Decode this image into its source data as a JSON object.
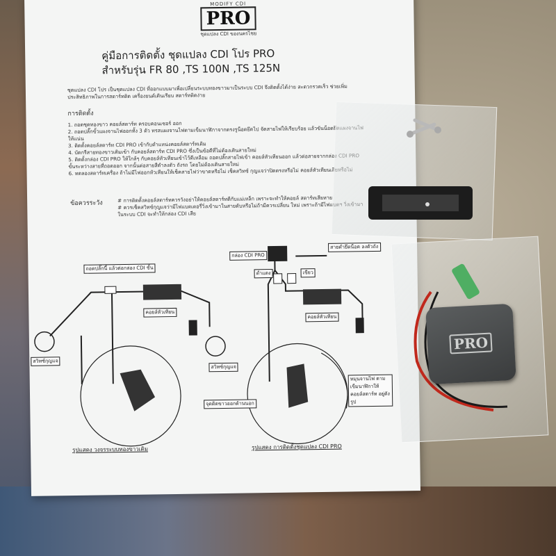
{
  "paper": {
    "logo": {
      "top": "MODIFY CDI",
      "brand": "PRO",
      "subtitle": "ชุดแปลง CDI ของนครไชย"
    },
    "title_line1": "คู่มือการติดตั้ง  ชุดแปลง CDI โปร  PRO",
    "title_line2": "สำหรับรุ่น  FR 80 ,TS 100N ,TS 125N",
    "intro": "ชุดแปลง CDI โปร เป็นชุดแปลง CDI ที่ออกแบบมาเพื่อเปลี่ยนระบบทองขาวมาเป็นระบบ CDI จึงติดตั้งได้ง่าย สะดวกรวดเร็ว ช่วยเพิ่มประสิทธิภาพในการสตาร์ทติด เครื่องยนต์เดินเรียบ สตาร์ทติดง่าย",
    "install_heading": "การติดตั้ง",
    "steps": [
      "1. ถอดชุดทองขาว คอยล์สตาร์ท ครอบคอนเซอร์ ออก",
      "2. ถอดปลั๊กขั้วแผงจานไฟออกทั้ง 3 ตัว ทรสแผงจานไฟตามเข็มนาฬิกาจากตรงรูน็อตยึดไป จัดสายไฟให้เรียบร้อย แล้วขันน็อตยึดแผงจานไฟให้แน่น",
      "3. ติดตั้งคอยล์สตาร์ท CDI PRO เข้ากับตำแหน่งคอยล์สตาร์ทเดิม",
      "4. บัดกรีสายทองขาวเดิมเข้า กับคอยล์สตาร์ท CDI PRO ซึ่งเป็นข้อดีที่ไม่ต้องเดินสายใหม่",
      "5. ติดตั้งกล่อง CDI PRO ให้ใกล้ๆ กับคอยล์หัวเทียนเข้าไว้ดีเหลือม ถอดปลั๊กสายไฟเข้า คอยล์หัวเทียนออก แล้วต่อสายจากกล่อง CDI PRO ขั้นระหว่างสายที่ถอดออก จากนั้นต่อสายสีดำลงตัว ถังรถ โดยไม่ต้องเดินสายใหม่",
      "6. ทดลองสตาร์ทเครื่อง ถ้าไม่มีไฟออกหัวเทียนให้เช็คสายไฟว่าขาดหรือไม่ เช็คสวิทซ์ กุญแจว่าปิดตรงหรือไม่  คอยล์หัวเทียนเสียหรือไม่"
    ],
    "caution_heading": "ข้อควรระวัง",
    "cautions": [
      "# การติดตั้งคอยล์สตาร์ทควรวังอย่าให้คอยล์สตาร์ทตีกับแม่เหล็ก เพราะจะทำให้คอยล์ สตาร์ทเสียหาย",
      "# ควรเช็คสวิทซ์กุญแจว่ามีไฟแบตเตอรี่วิ่งเข้ามาในสายดับหรือไม่ถ้ามีควรเปลี่ยน ใหม่ เพราะถ้ามีไฟแบตฯ วิ่งเข้ามาในระบบ CDI จะทำให้กล่อง CDI เสีย"
    ],
    "diagram_left": {
      "label_plug": "ถอดปลั๊กนี้ แล้วต่อกล่อง CDI ขั้น",
      "label_coil": "คอยล์หัวเทียน",
      "label_key": "สวิทซ์กุญแจ",
      "caption": "รูปแสดง วงจรระบบทองขาวเดิม"
    },
    "diagram_right": {
      "label_cdi": "กล่อง CDI PRO",
      "label_black": "สายดำยึดน็อต ลงตัวถัง",
      "label_red": "ดำแดง",
      "label_green": "เขียว",
      "label_coil": "คอยล์หัวเทียน",
      "label_key": "สวิทซ์กุญแจ",
      "label_point": "จุดติดขาวออกด้านนอก",
      "label_note": "หมุนจานไฟ ตามเข็มนาฬิกาให้ คอยล์สตาร์ท อยู่ดังรูป",
      "caption": "รูปแสดง การติดตั้งชุดแปลง CDI  PRO"
    }
  },
  "product": {
    "cdi_brand": "PRO"
  },
  "colors": {
    "paper": "#f4f5f4",
    "table": "#a89d88",
    "cdi_body": "#4a4c4d",
    "wire_red": "#c0281c",
    "wire_green": "#4fae63",
    "coil": "#1c1c1c"
  }
}
